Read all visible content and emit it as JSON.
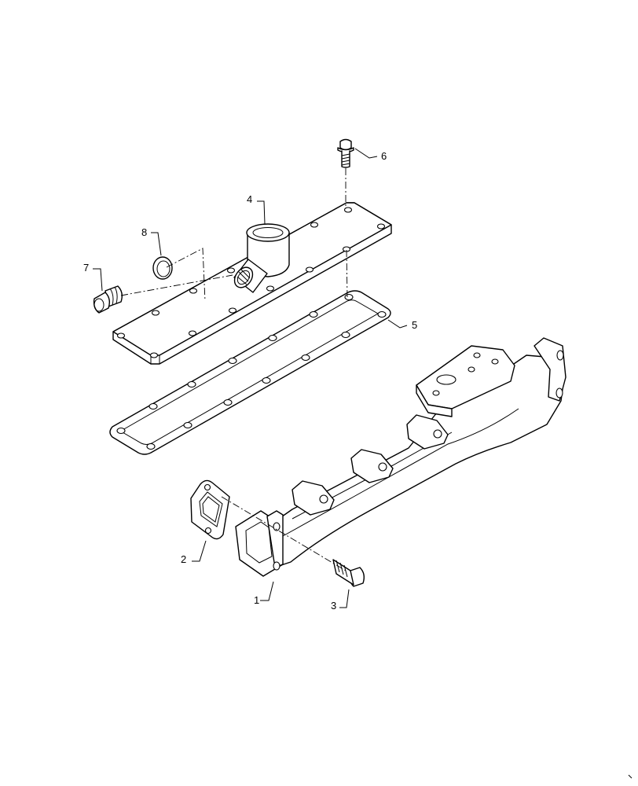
{
  "callouts": [
    {
      "id": "1",
      "part": "exhaust-manifold"
    },
    {
      "id": "2",
      "part": "manifold-gasket"
    },
    {
      "id": "3",
      "part": "manifold-bolt"
    },
    {
      "id": "4",
      "part": "cover-plate"
    },
    {
      "id": "5",
      "part": "cover-gasket"
    },
    {
      "id": "6",
      "part": "cover-bolt"
    },
    {
      "id": "7",
      "part": "plug"
    },
    {
      "id": "8",
      "part": "o-ring"
    }
  ],
  "colors": {
    "line": "#000000",
    "background": "#ffffff"
  }
}
